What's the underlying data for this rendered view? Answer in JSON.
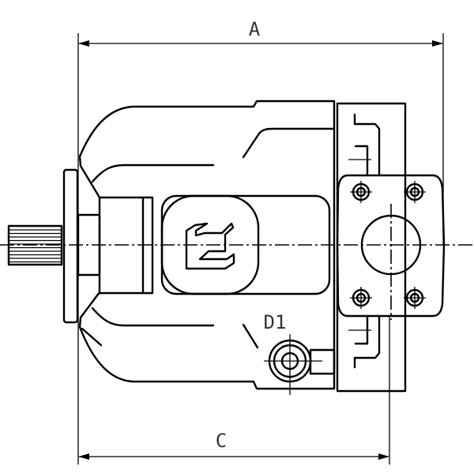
{
  "drawing": {
    "dimension_a_label": "A",
    "dimension_c_label": "C",
    "port_label": "D1"
  },
  "colors": {
    "line": "#000000",
    "background": "#ffffff"
  }
}
